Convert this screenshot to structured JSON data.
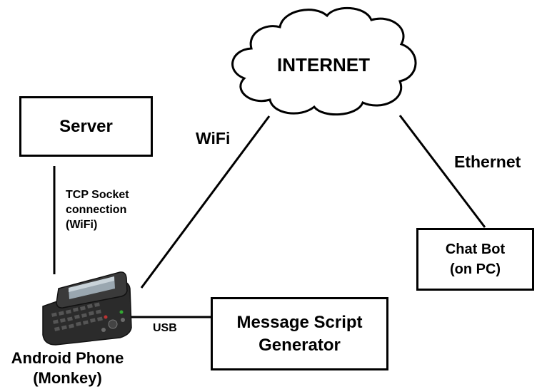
{
  "nodes": {
    "internet": {
      "label": "INTERNET"
    },
    "server": {
      "label": "Server"
    },
    "phone": {
      "line1": "Android Phone",
      "line2": "(Monkey)"
    },
    "generator": {
      "line1": "Message Script",
      "line2": "Generator"
    },
    "chatbot": {
      "line1": "Chat Bot",
      "line2": "(on PC)"
    }
  },
  "connections": {
    "wifi": {
      "label": "WiFi"
    },
    "ethernet": {
      "label": "Ethernet"
    },
    "tcp": {
      "line1": "TCP Socket",
      "line2": "connection",
      "line3": "(WiFi)"
    },
    "usb": {
      "label": "USB"
    }
  },
  "colors": {
    "line": "#000000",
    "background": "#ffffff",
    "phone_body": "#2b2b2b",
    "phone_screen": "#9aa7b0"
  }
}
